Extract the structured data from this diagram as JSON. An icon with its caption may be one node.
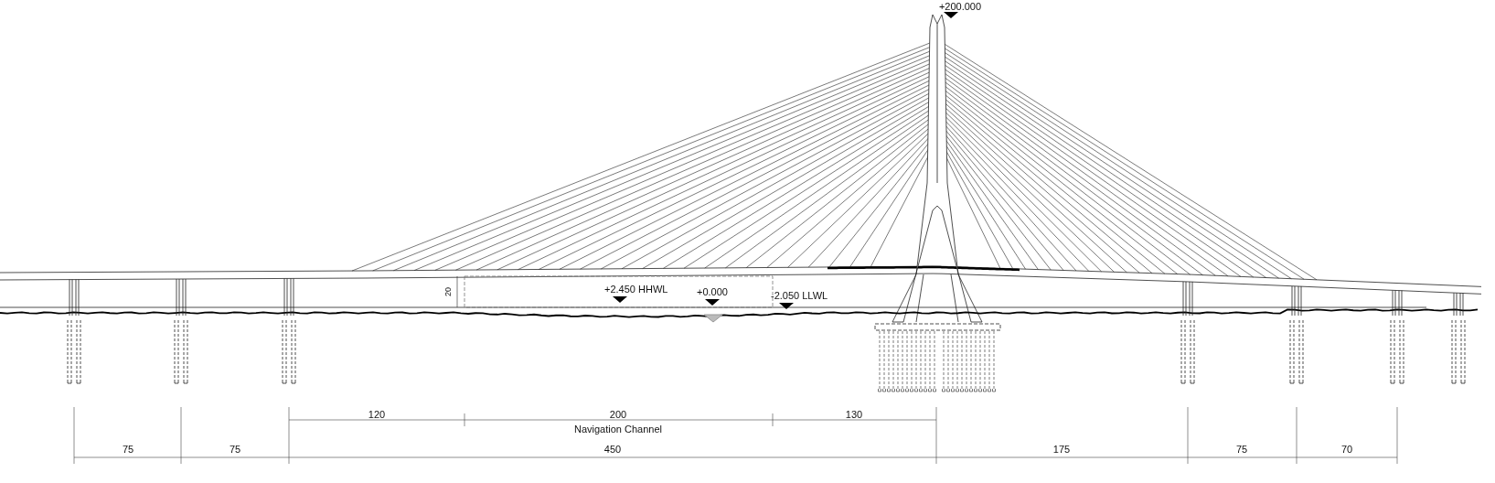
{
  "diagram": {
    "labels": [
      "+200.000",
      "20",
      "+2.450 HHWL",
      "+0.000",
      "-2.050 LLWL",
      "120",
      "200",
      "130",
      "Navigation Channel",
      "75",
      "75",
      "450",
      "175",
      "75",
      "70"
    ]
  }
}
